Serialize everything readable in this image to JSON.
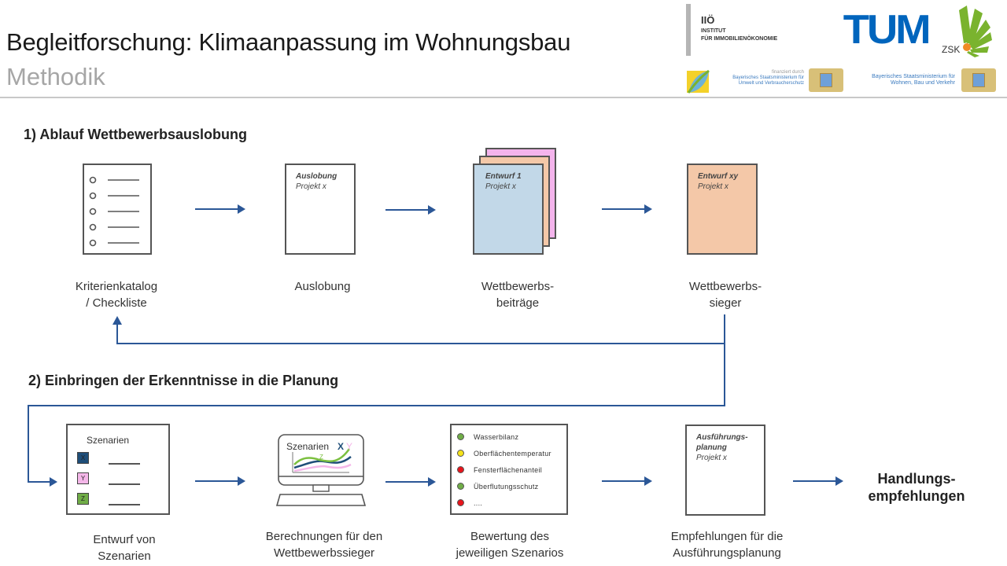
{
  "header": {
    "title": "Begleitforschung: Klimaanpassung im Wohnungsbau",
    "subtitle": "Methodik"
  },
  "logos": {
    "iio": {
      "abbr": "IIÖ",
      "line1": "Institut",
      "line2": "für Immobilienökonomie"
    },
    "tum": "TUM",
    "zsk": "ZSK",
    "funded_by": "finanziert durch",
    "ministry_env": [
      "Bayerisches Staatsministerium für",
      "Umwelt und Verbraucherschutz"
    ],
    "ministry_housing": [
      "Bayerisches Staatsministerium für",
      "Wohnen, Bau und Verkehr"
    ]
  },
  "section1": {
    "heading": "1) Ablauf Wettbewerbsauslobung",
    "steps": [
      {
        "label": [
          "Kriterienkatalog",
          "/ Checkliste"
        ]
      },
      {
        "label": [
          "Auslobung"
        ],
        "doc_title": "Auslobung",
        "doc_sub": "Projekt x"
      },
      {
        "label": [
          "Wettbewerbs-",
          "beiträge"
        ],
        "doc_title": "Entwurf 1",
        "doc_sub": "Projekt x"
      },
      {
        "label": [
          "Wettbewerbs-",
          "sieger"
        ],
        "doc_title": "Entwurf xy",
        "doc_sub": "Projekt x"
      }
    ]
  },
  "section2": {
    "heading": "2) Einbringen der Erkenntnisse in die Planung",
    "scenarios": {
      "title": "Szenarien",
      "items": [
        "X",
        "Y",
        "Z"
      ],
      "colors": [
        "#1f4e79",
        "#f4b6e8",
        "#70ad47"
      ]
    },
    "computer": {
      "title": "Szenarien",
      "x": "X",
      "y": "Y",
      "z": "Z"
    },
    "evaluation": [
      {
        "label": "Wasserbilanz",
        "color": "#70ad47"
      },
      {
        "label": "Oberflächentemperatur",
        "color": "#f5e21a"
      },
      {
        "label": "Fensterflächenanteil",
        "color": "#e8141b"
      },
      {
        "label": "Überflutungsschutz",
        "color": "#70ad47"
      },
      {
        "label": "....",
        "color": "#e8141b"
      }
    ],
    "plan_doc": {
      "title1": "Ausführungs-",
      "title2": "planung",
      "sub": "Projekt x"
    },
    "steps": [
      {
        "label": [
          "Entwurf von",
          "Szenarien"
        ]
      },
      {
        "label": [
          "Berechnungen für den",
          "Wettbewerbssieger"
        ]
      },
      {
        "label": [
          "Bewertung des",
          "jeweiligen Szenarios"
        ]
      },
      {
        "label": [
          "Empfehlungen für die",
          "Ausführungsplanung"
        ]
      }
    ],
    "final": [
      "Handlungs-",
      "empfehlungen"
    ]
  },
  "colors": {
    "arrow": "#2b5797",
    "doc_blue": "#c2d8e8",
    "doc_peach": "#f4c8a8",
    "doc_pink": "#f4b4ec",
    "tum_blue": "#0065bd",
    "zsk_green": "#7ab32e"
  }
}
